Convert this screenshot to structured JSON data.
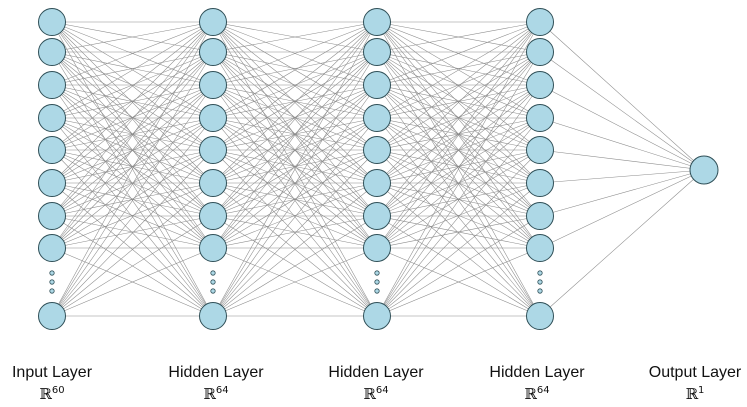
{
  "network": {
    "layers": [
      {
        "name": "Input Layer",
        "set": "ℝ",
        "dim": "60"
      },
      {
        "name": "Hidden Layer",
        "set": "ℝ",
        "dim": "64"
      },
      {
        "name": "Hidden Layer",
        "set": "ℝ",
        "dim": "64"
      },
      {
        "name": "Hidden Layer",
        "set": "ℝ",
        "dim": "64"
      },
      {
        "name": "Output Layer",
        "set": "ℝ",
        "dim": "1"
      }
    ],
    "colors": {
      "node_fill": "#add8e6",
      "node_stroke": "#2f4f57",
      "edge": "#8c8c8c"
    }
  }
}
